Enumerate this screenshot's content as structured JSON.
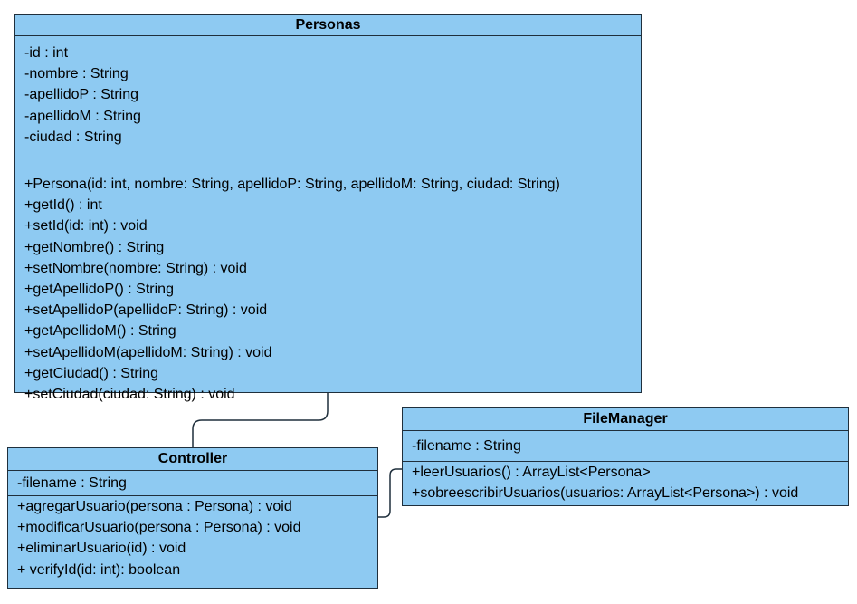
{
  "classes": {
    "personas": {
      "name": "Personas",
      "attributes": [
        "-id : int",
        "-nombre : String",
        "-apellidoP : String",
        "-apellidoM : String",
        "-ciudad : String"
      ],
      "methods": [
        "+Persona(id: int, nombre: String, apellidoP: String, apellidoM: String, ciudad: String)",
        "+getId() : int",
        "+setId(id: int) : void",
        "+getNombre() : String",
        "+setNombre(nombre: String) : void",
        "+getApellidoP() : String",
        "+setApellidoP(apellidoP: String) : void",
        "+getApellidoM() : String",
        "+setApellidoM(apellidoM: String) : void",
        "+getCiudad() : String",
        "+setCiudad(ciudad: String) : void"
      ]
    },
    "controller": {
      "name": "Controller",
      "attributes": [
        "-filename : String"
      ],
      "methods": [
        "+agregarUsuario(persona : Persona) : void",
        "+modificarUsuario(persona : Persona) : void",
        "+eliminarUsuario(id) : void",
        "+ verifyId(id: int): boolean"
      ]
    },
    "filemanager": {
      "name": "FileManager",
      "attributes": [
        "-filename : String"
      ],
      "methods": [
        "+leerUsuarios() : ArrayList<Persona>",
        "+sobreescribirUsuarios(usuarios: ArrayList<Persona>) : void"
      ]
    }
  },
  "colors": {
    "class_fill": "#8ecaf2",
    "border": "#1f2f3c"
  }
}
